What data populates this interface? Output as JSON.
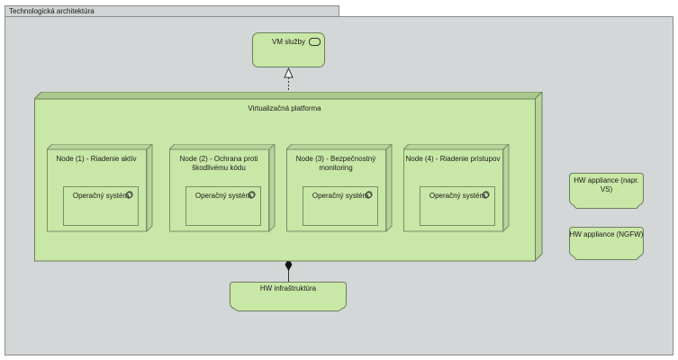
{
  "group": {
    "title": "Technologická architektúra"
  },
  "service": {
    "label": "VM služby",
    "icon": "service-icon"
  },
  "platform": {
    "label": "Virtualizačná platforma"
  },
  "nodes": [
    {
      "title": "Node (1) - Riadenie aktív",
      "system": "Operačný systém"
    },
    {
      "title": "Node (2) - Ochrana proti škodlivému kódu",
      "system": "Operačný systém"
    },
    {
      "title": "Node (3) - Bezpečnostný monitoring",
      "system": "Operačný systém"
    },
    {
      "title": "Node (4) - Riadenie prístupov",
      "system": "Operačný systém"
    }
  ],
  "infrastructure": {
    "label": "HW infraštruktúra"
  },
  "appliances": [
    {
      "label": "HW appliance (napr. VS)"
    },
    {
      "label": "HW appliance (NGFW)"
    }
  ],
  "colors": {
    "element_fill": "#c9e7a7",
    "group_fill": "#d3d7d7",
    "platform_fill": "#c9e7a7"
  }
}
